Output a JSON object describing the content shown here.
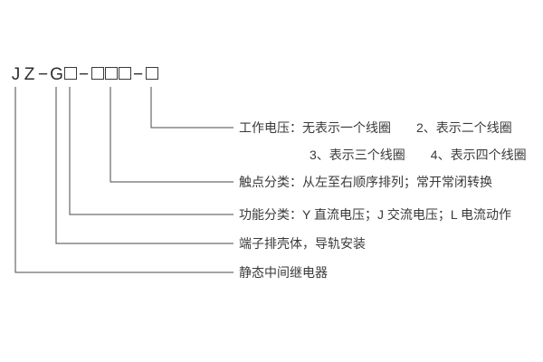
{
  "model_code": {
    "j": "J",
    "z": "Z",
    "dash1": "−",
    "g": "G",
    "dash2": "−",
    "dash3": "−"
  },
  "annotations": {
    "working_voltage_line1": "工作电压：无表示一个线圈　　2、表示二个线圈",
    "working_voltage_line2": "3、表示三个线圈　　4、表示四个线圈",
    "contact_class": "触点分类：从左至右顺序排列；常开常闭转换",
    "function_class": "功能分类：Y 直流电压；J 交流电压；L 电流动作",
    "housing": "端子排壳体，导轨安装",
    "relay_type": "静态中间继电器"
  },
  "colors": {
    "line": "#4a4a4a",
    "text": "#3a3a3a",
    "background": "#ffffff"
  }
}
